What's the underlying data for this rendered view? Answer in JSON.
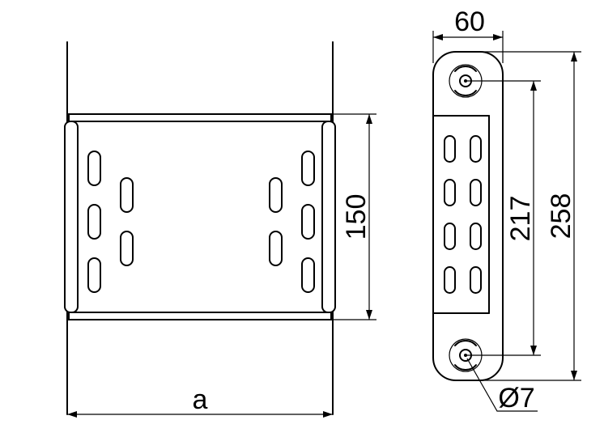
{
  "dimensions": {
    "width_label": "a",
    "height_label": "150",
    "side_width_label": "60",
    "hole_spacing_label": "217",
    "total_height_label": "258",
    "hole_diameter_label": "Ø7"
  }
}
